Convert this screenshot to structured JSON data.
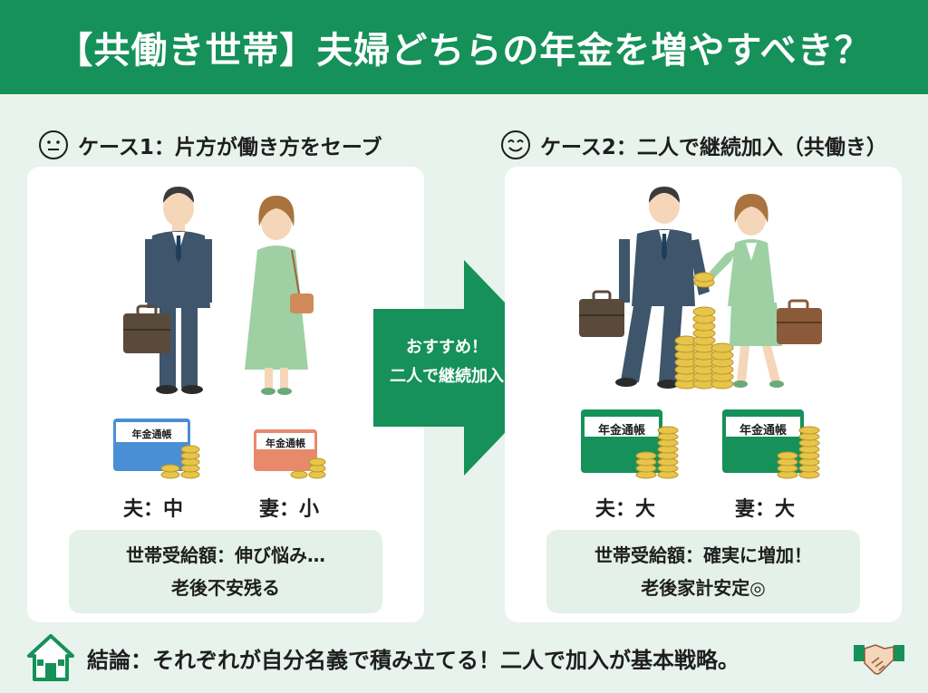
{
  "header": {
    "title": "【共働き世帯】夫婦どちらの年金を増やすべき？"
  },
  "case1": {
    "title": "ケース1：片方が働き方をセーブ",
    "icon": "neutral-face-icon",
    "husband_book": "年金通帳",
    "wife_book": "年金通帳",
    "husband_label": "夫：中",
    "wife_label": "妻：小",
    "summary_line1": "世帯受給額：伸び悩み…",
    "summary_line2": "老後不安残る",
    "book_colors": {
      "husband": "#4a8fd6",
      "wife": "#e8896b"
    }
  },
  "case2": {
    "title": "ケース2：二人で継続加入（共働き）",
    "icon": "smiling-face-icon",
    "husband_book": "年金通帳",
    "wife_book": "年金通帳",
    "husband_label": "夫：大",
    "wife_label": "妻：大",
    "summary_line1": "世帯受給額：確実に増加！",
    "summary_line2": "老後家計安定◎",
    "book_colors": {
      "husband": "#159159",
      "wife": "#159159"
    }
  },
  "arrow": {
    "line1": "おすすめ！",
    "line2": "二人で継続加入"
  },
  "footer": {
    "text": "結論：それぞれが自分名義で積み立てる！二人で加入が基本戦略。",
    "left_icon": "house-icon",
    "right_icon": "handshake-icon"
  },
  "colors": {
    "accent": "#159159",
    "background": "#e7f3ec",
    "coin": "#e7c44a"
  }
}
